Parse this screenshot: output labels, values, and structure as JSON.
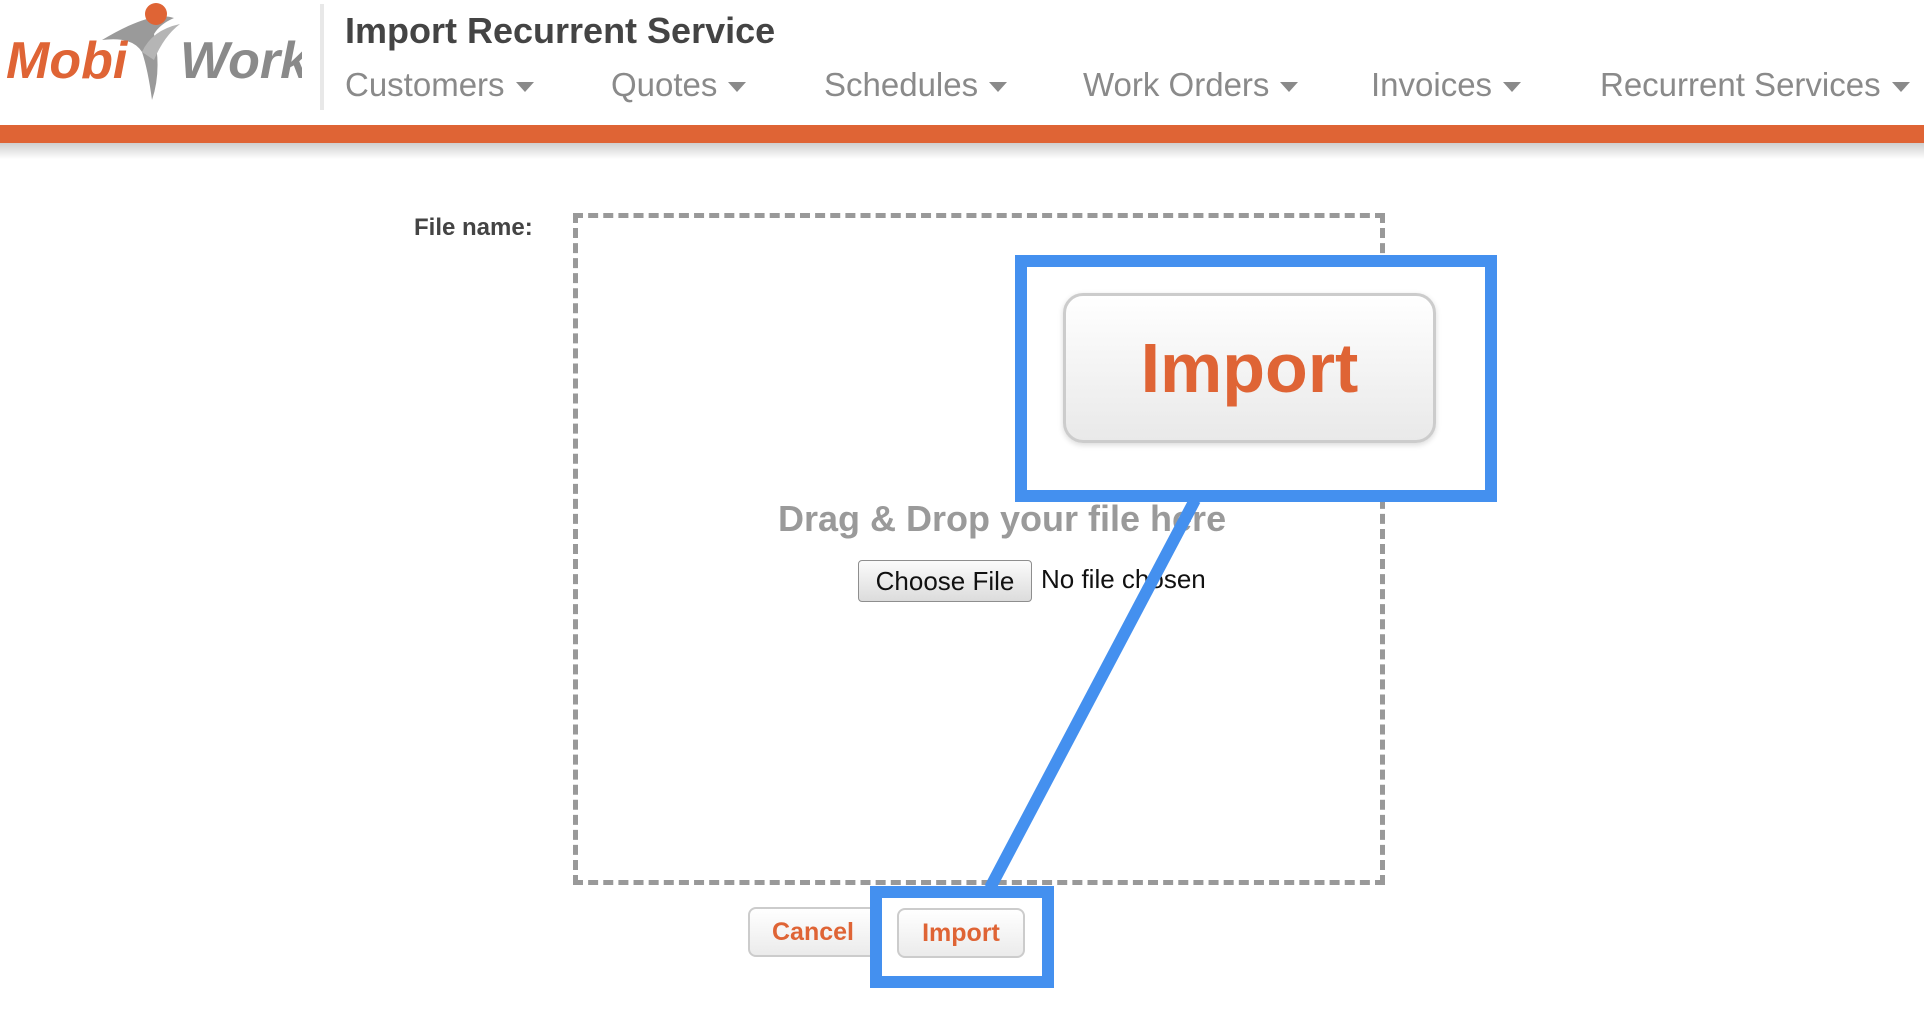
{
  "app": {
    "logo_text_left": "Mobi",
    "logo_text_right": "Work",
    "page_title": "Import Recurrent Service"
  },
  "nav": {
    "items": [
      {
        "label": "Customers"
      },
      {
        "label": "Quotes"
      },
      {
        "label": "Schedules"
      },
      {
        "label": "Work Orders"
      },
      {
        "label": "Invoices"
      },
      {
        "label": "Recurrent Services"
      }
    ]
  },
  "form": {
    "file_label": "File name:",
    "drop_text": "Drag & Drop your file here",
    "choose_file_label": "Choose File",
    "no_file_text": "No file chosen",
    "cancel_label": "Cancel",
    "import_label": "Import"
  },
  "callout": {
    "zoom_label": "Import"
  },
  "colors": {
    "accent": "#df6435",
    "nav_text": "#8a8a8a",
    "title_text": "#444444",
    "annotation": "#4490ef",
    "dropzone_border": "#999999"
  },
  "icons": {
    "nav_dropdown": "caret-down-icon",
    "logo_figure": "person-figure-icon"
  }
}
